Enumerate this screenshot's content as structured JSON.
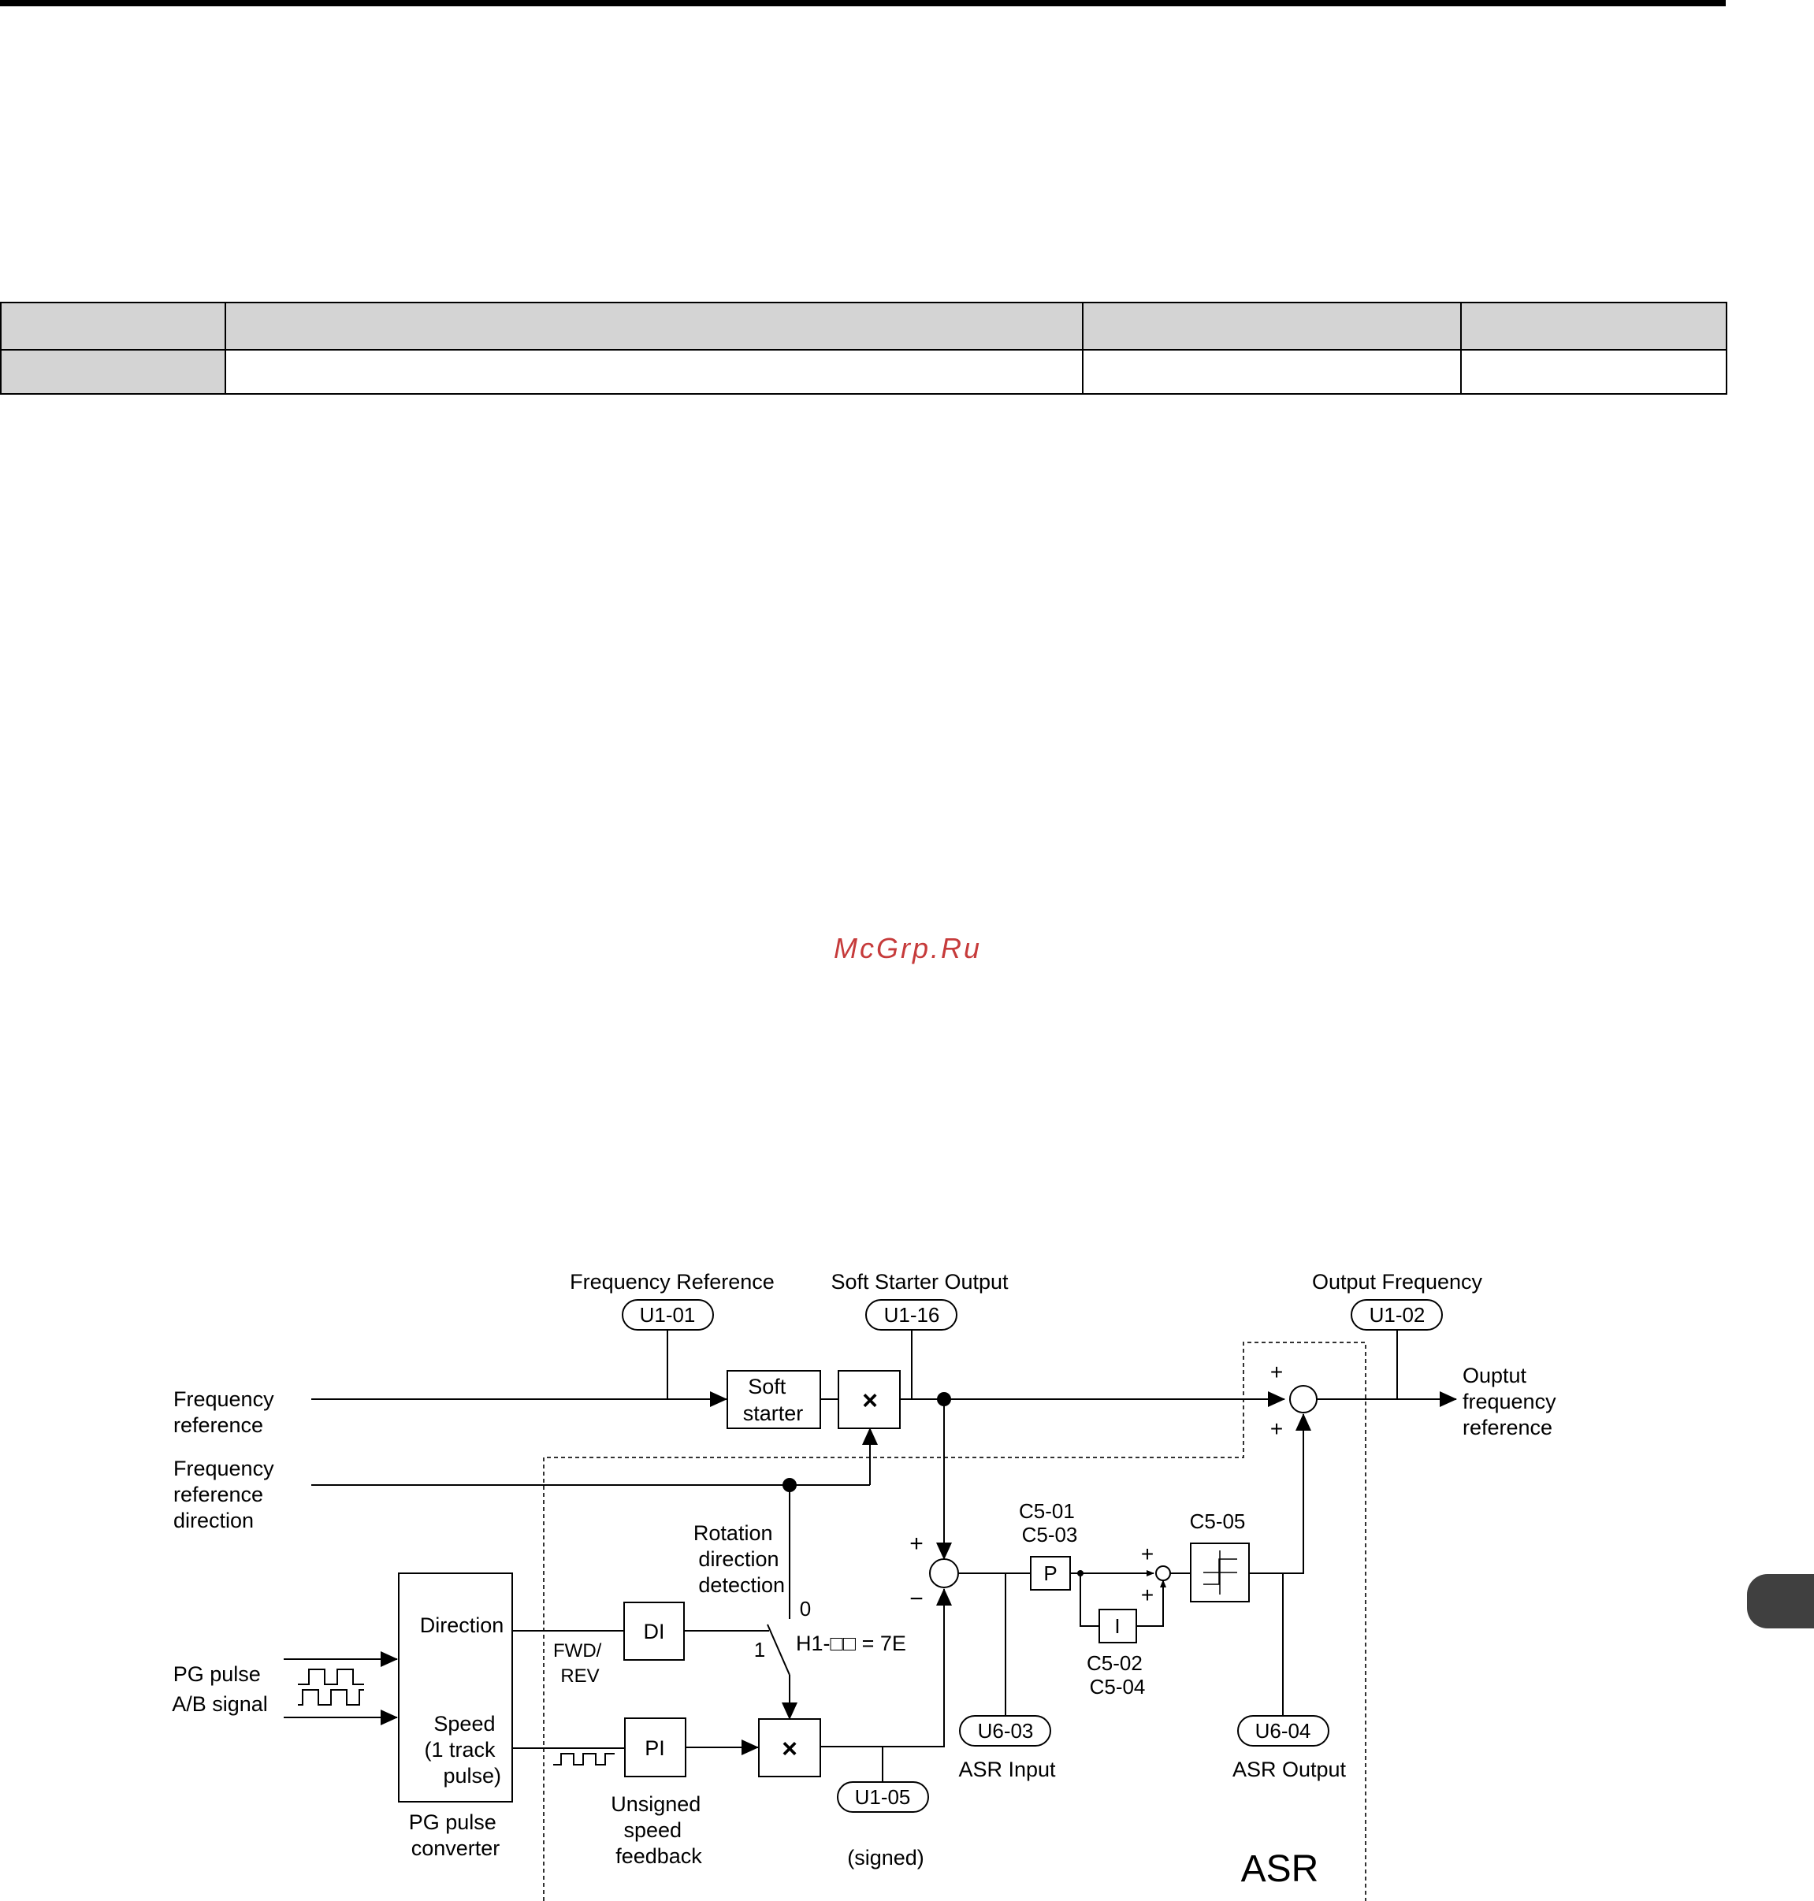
{
  "page": {
    "watermark": "McGrp.Ru"
  },
  "diagram": {
    "labels": {
      "freq_ref_title": "Frequency Reference",
      "soft_starter_output_title": "Soft Starter Output",
      "output_frequency_title": "Output Frequency",
      "freq_ref_input_l1": "Frequency",
      "freq_ref_input_l2": "reference",
      "dir_input_l1": "Frequency",
      "dir_input_l2": "reference",
      "dir_input_l3": "direction",
      "output_l1": "Ouptut",
      "output_l2": "frequency",
      "output_l3": "reference",
      "pg_l1": "PG pulse",
      "pg_l2": "A/B  signal",
      "direction": "Direction",
      "speed_l1": "Speed",
      "speed_l2": "(1 track",
      "speed_l3": "pulse)",
      "converter_l1": "PG pulse",
      "converter_l2": "converter",
      "fwd_rev_l1": "FWD/",
      "fwd_rev_l2": "REV",
      "rotation_l1": "Rotation",
      "rotation_l2": "direction",
      "rotation_l3": "detection",
      "switch_0": "0",
      "switch_1": "1",
      "h1_setting": "H1-□□ = 7E",
      "unsigned_l1": "Unsigned",
      "unsigned_l2": "speed",
      "unsigned_l3": "feedback",
      "signed": "(signed)",
      "asr_input": "ASR Input",
      "asr_output": "ASR Output",
      "asr": "ASR",
      "c5_01": "C5-01",
      "c5_03": "C5-03",
      "c5_02": "C5-02",
      "c5_04": "C5-04",
      "c5_05": "C5-05",
      "plus": "+",
      "minus": "−",
      "times": "×"
    },
    "blocks": {
      "soft_l1": "Soft",
      "soft_l2": "starter",
      "di": "DI",
      "pi": "PI",
      "p": "P",
      "i": "I"
    },
    "monitors": {
      "u1_01": "U1-01",
      "u1_16": "U1-16",
      "u1_02": "U1-02",
      "u1_05": "U1-05",
      "u6_03": "U6-03",
      "u6_04": "U6-04"
    }
  }
}
